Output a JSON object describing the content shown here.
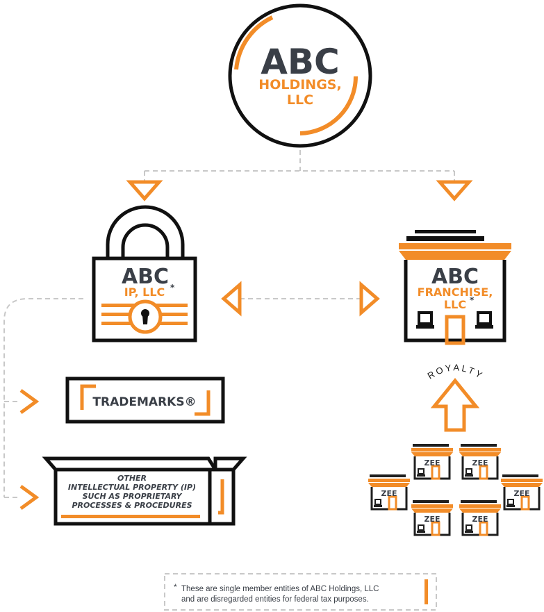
{
  "holdings": {
    "name": "ABC",
    "line1": "HOLDINGS,",
    "line2": "LLC"
  },
  "ip": {
    "name": "ABC",
    "subtitle": "IP, LLC",
    "asterisk": "*"
  },
  "franchise": {
    "name": "ABC",
    "line1": "FRANCHISE,",
    "line2": "LLC",
    "asterisk": "*"
  },
  "trademarks": {
    "label": "TRADEMARKS®"
  },
  "other_ip": {
    "line1": "OTHER",
    "line2": "INTELLECTUAL PROPERTY (IP)",
    "line3": "SUCH AS PROPRIETARY",
    "line4": "PROCESSES & PROCEDURES"
  },
  "royalty": {
    "label": "ROYALTY"
  },
  "zee": {
    "label": "ZEE"
  },
  "footnote": {
    "asterisk": "*",
    "line1": "These are single member entities of ABC Holdings, LLC",
    "line2": "and are disregarded entities for federal tax purposes."
  },
  "colors": {
    "orange": "#f28c28",
    "dark": "#3a3f47",
    "dashed": "#c8c8c8"
  }
}
